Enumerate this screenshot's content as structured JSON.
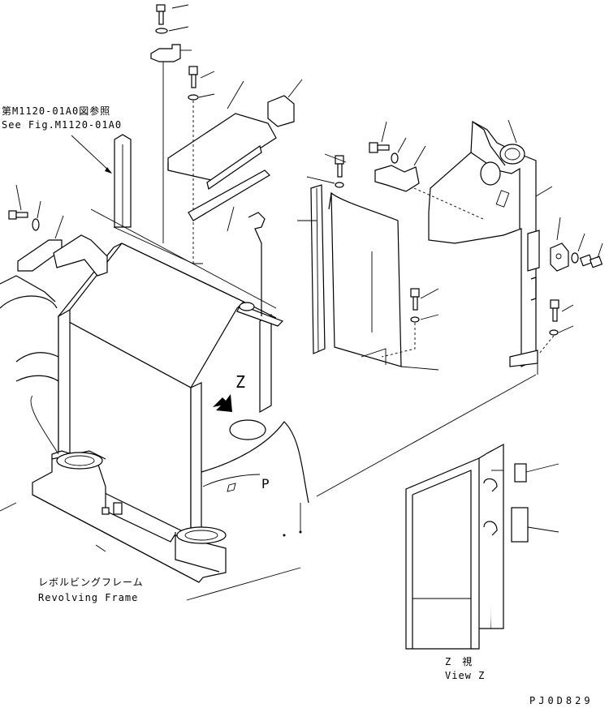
{
  "labels": {
    "ref_jp": "第M1120-01A0図参照",
    "ref_en": "See Fig.M1120-01A0",
    "frame_jp": "レボルビングフレーム",
    "frame_en": "Revolving Frame",
    "view_jp": "Z　視",
    "view_en": "View Z",
    "drawing_code": "PJ0D829",
    "view_letter_main": "Z",
    "mark_p": "P"
  }
}
